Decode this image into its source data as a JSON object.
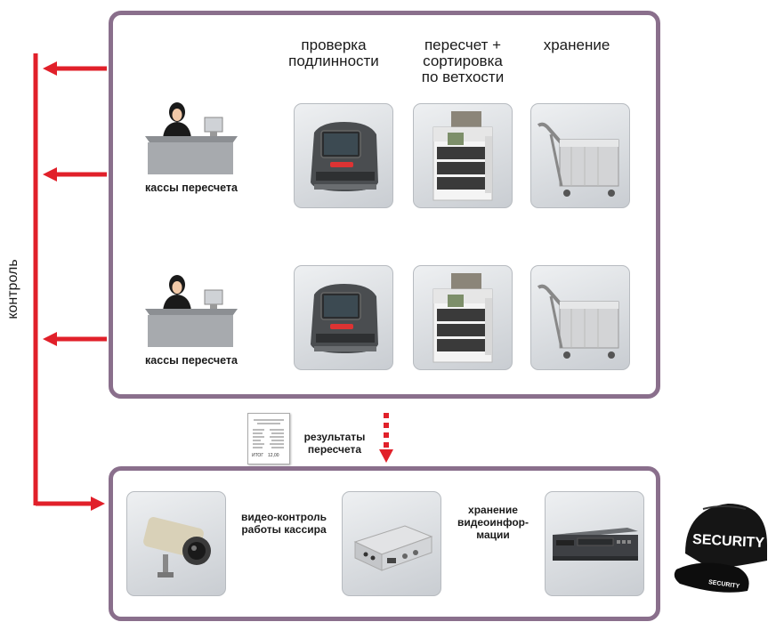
{
  "side_label": "контроль",
  "headings": {
    "authenticity": [
      "проверка",
      "подлинности"
    ],
    "counting": [
      "пересчет +",
      "сортировка",
      "по ветхости"
    ],
    "storage": [
      "хранение"
    ]
  },
  "cashier_label": "кассы пересчета",
  "results_label": [
    "результаты",
    "пересчета"
  ],
  "video_control_label": [
    "видео-контроль",
    "работы кассира"
  ],
  "video_storage_label": [
    "хранение",
    "видеоинфор-",
    "мации"
  ],
  "cap_text": "SECURITY",
  "receipt_lines": [
    "ИТОГ",
    "12,00"
  ],
  "colors": {
    "accent": "#e1202a",
    "panel_border": "#8a6f8c"
  }
}
